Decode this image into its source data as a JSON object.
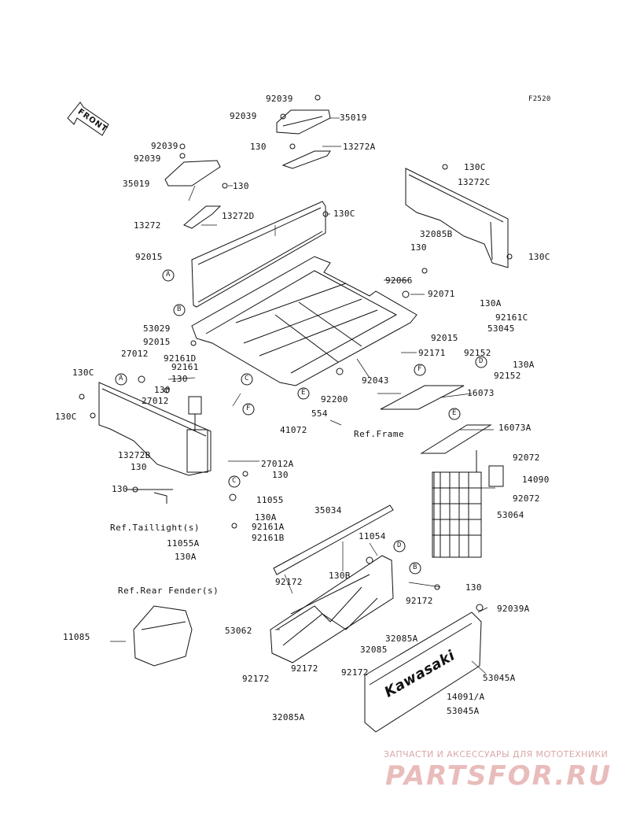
{
  "figure_code": "F2520",
  "front_label": "FRONT",
  "brand_text": "Kawasaki",
  "labels": {
    "92039_a": "92039",
    "92039_b": "92039",
    "35019_top": "35019",
    "130_top": "130",
    "13272A": "13272A",
    "92039_c": "92039",
    "92039_d": "92039",
    "35019_left": "35019",
    "130_left_top": "130",
    "13272": "13272",
    "13272D": "13272D",
    "130C_right_top": "130C",
    "13272C": "13272C",
    "130C_mid": "130C",
    "32085B": "32085B",
    "130_mid": "130",
    "130C_right": "130C",
    "92015_a": "92015",
    "92066": "92066",
    "92071": "92071",
    "130A_right": "130A",
    "92161C": "92161C",
    "53045": "53045",
    "53029": "53029",
    "92015_b": "92015",
    "92015_c": "92015",
    "92171": "92171",
    "92152_a": "92152",
    "27012_a": "27012",
    "92161D": "92161D",
    "92161": "92161",
    "92152_b": "92152",
    "130A_right2": "130A",
    "130C_left": "130C",
    "130_left_mid": "130",
    "92043": "92043",
    "16073": "16073",
    "130_left_mid2": "130",
    "27012_b": "27012",
    "92200": "92200",
    "130C_left2": "130C",
    "554": "554",
    "41072": "41072",
    "16073A": "16073A",
    "13272B": "13272B",
    "27012A": "27012A",
    "130_lower_left": "130",
    "130_center": "130",
    "92072_a": "92072",
    "14090": "14090",
    "130_lower_left2": "130",
    "11055": "11055",
    "92072_b": "92072",
    "35034": "35034",
    "53064": "53064",
    "130A_center": "130A",
    "92161A": "92161A",
    "92161B": "92161B",
    "11054": "11054",
    "11055A": "11055A",
    "130A_center2": "130A",
    "130B": "130B",
    "130_right_low": "130",
    "92172_a": "92172",
    "92172_b": "92172",
    "92039A": "92039A",
    "11085": "11085",
    "53062": "53062",
    "32085A_a": "32085A",
    "32085": "32085",
    "92172_c": "92172",
    "92172_d": "92172",
    "92172_e": "92172",
    "53045A_a": "53045A",
    "14091A": "14091/A",
    "53045A_b": "53045A",
    "32085A_b": "32085A"
  },
  "refs": {
    "frame": "Ref.Frame",
    "taillight": "Ref.Taillight(s)",
    "rear_fender": "Ref.Rear Fender(s)"
  },
  "callouts": [
    "A",
    "B",
    "C",
    "D",
    "E",
    "F"
  ],
  "watermark": {
    "top": "ЗАПЧАСТИ И АКСЕССУАРЫ ДЛЯ МОТОТЕХНИКИ",
    "logo": "PARTSFOR.RU"
  },
  "colors": {
    "ink": "#111111",
    "watermark": "#e0b0b0"
  }
}
